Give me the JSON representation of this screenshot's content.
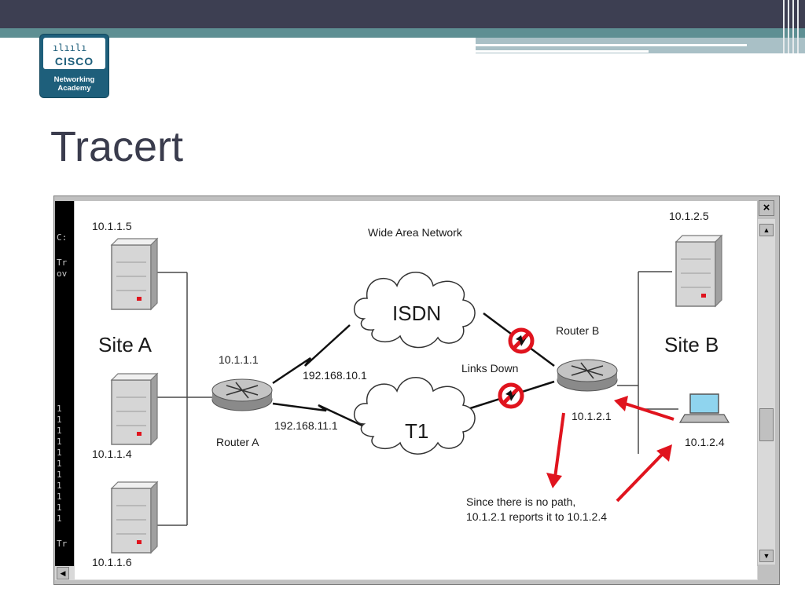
{
  "slide": {
    "title": "Tracert"
  },
  "logo": {
    "brand": "CISCO",
    "bars": "ılıılı",
    "sub1": "Networking",
    "sub2": "Academy"
  },
  "window": {
    "close_label": "×",
    "console_chars": [
      "C:",
      "Tr",
      "ov",
      "1",
      "1",
      "1",
      "1",
      "1",
      "1",
      "1",
      "1",
      "1",
      "1",
      "1",
      "Tr"
    ]
  },
  "diagram": {
    "heading": "Wide Area Network",
    "site_a": "Site A",
    "site_b": "Site B",
    "hosts": {
      "a1": "10.1.1.5",
      "a2": "10.1.1.4",
      "a3": "10.1.1.6",
      "b_server": "10.1.2.5",
      "b_pc": "10.1.2.4"
    },
    "router_a": {
      "label": "Router A",
      "ip": "10.1.1.1"
    },
    "router_b": {
      "label": "Router B",
      "ip": "10.1.2.1"
    },
    "links": {
      "isdn_ip": "192.168.10.1",
      "t1_ip": "192.168.11.1"
    },
    "clouds": {
      "isdn": "ISDN",
      "t1": "T1"
    },
    "status": "Links Down",
    "note_line1": "Since there is no path,",
    "note_line2": "10.1.2.1 reports it to 10.1.2.4",
    "colors": {
      "arrow": "#e0141e",
      "line": "#4a4a4a"
    }
  }
}
